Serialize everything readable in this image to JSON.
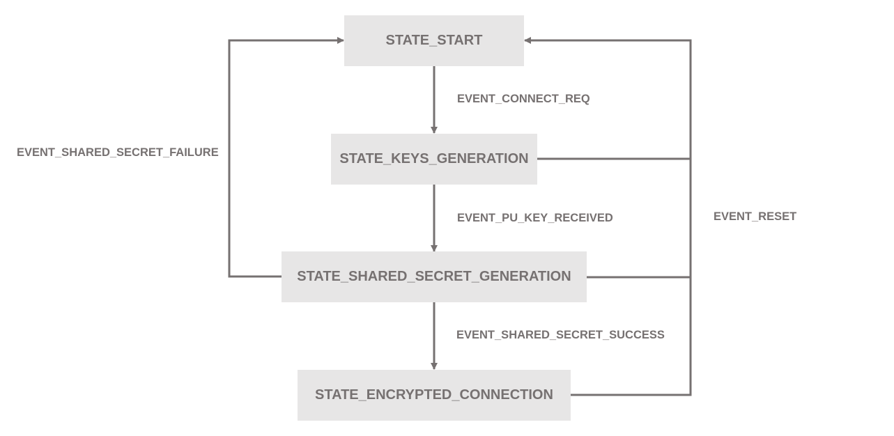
{
  "colors": {
    "box_fill": "#e7e6e6",
    "text": "#767171",
    "line": "#767171",
    "background": "#ffffff"
  },
  "states": {
    "start": "STATE_START",
    "keys_generation": "STATE_KEYS_GENERATION",
    "shared_secret_generation": "STATE_SHARED_SECRET_GENERATION",
    "encrypted_connection": "STATE_ENCRYPTED_CONNECTION"
  },
  "events": {
    "connect_req": "EVENT_CONNECT_REQ",
    "pu_key_received": "EVENT_PU_KEY_RECEIVED",
    "shared_secret_success": "EVENT_SHARED_SECRET_SUCCESS",
    "shared_secret_failure": "EVENT_SHARED_SECRET_FAILURE",
    "reset": "EVENT_RESET"
  },
  "transitions": [
    {
      "from": "STATE_START",
      "to": "STATE_KEYS_GENERATION",
      "event": "EVENT_CONNECT_REQ"
    },
    {
      "from": "STATE_KEYS_GENERATION",
      "to": "STATE_SHARED_SECRET_GENERATION",
      "event": "EVENT_PU_KEY_RECEIVED"
    },
    {
      "from": "STATE_SHARED_SECRET_GENERATION",
      "to": "STATE_ENCRYPTED_CONNECTION",
      "event": "EVENT_SHARED_SECRET_SUCCESS"
    },
    {
      "from": "STATE_SHARED_SECRET_GENERATION",
      "to": "STATE_START",
      "event": "EVENT_SHARED_SECRET_FAILURE"
    },
    {
      "from": "STATE_KEYS_GENERATION",
      "to": "STATE_START",
      "event": "EVENT_RESET"
    },
    {
      "from": "STATE_SHARED_SECRET_GENERATION",
      "to": "STATE_START",
      "event": "EVENT_RESET"
    },
    {
      "from": "STATE_ENCRYPTED_CONNECTION",
      "to": "STATE_START",
      "event": "EVENT_RESET"
    }
  ]
}
